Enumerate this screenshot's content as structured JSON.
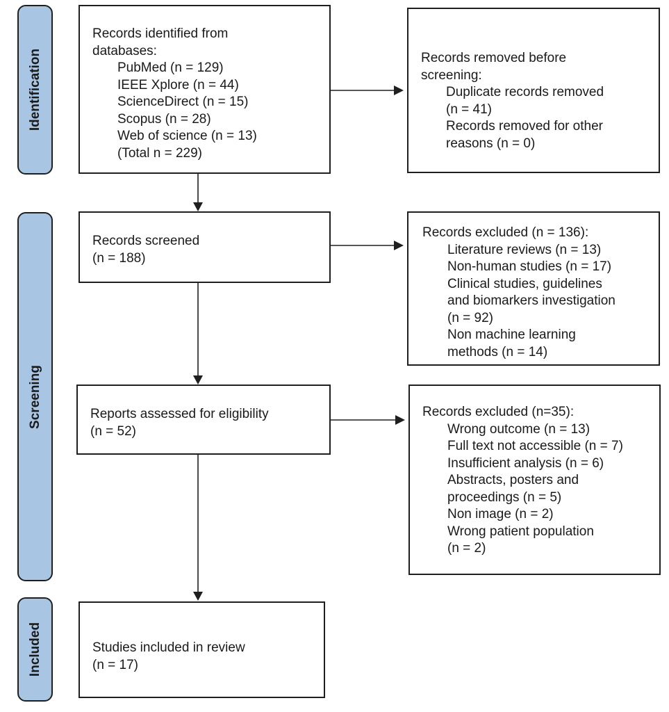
{
  "phases": {
    "identification": "Identification",
    "screening": "Screening",
    "included": "Included"
  },
  "boxes": {
    "identified": {
      "lines": [
        {
          "text": "Records identified from",
          "indent": false
        },
        {
          "text": "databases:",
          "indent": false
        },
        {
          "text": "PubMed (n = 129)",
          "indent": true
        },
        {
          "text": "IEEE Xplore (n = 44)",
          "indent": true
        },
        {
          "text": "ScienceDirect (n = 15)",
          "indent": true
        },
        {
          "text": "Scopus (n = 28)",
          "indent": true
        },
        {
          "text": "Web of science (n = 13)",
          "indent": true
        },
        {
          "text": "(Total n = 229)",
          "indent": true
        }
      ]
    },
    "removed": {
      "lines": [
        {
          "text": "Records removed before",
          "indent": false
        },
        {
          "text": "screening:",
          "indent": false
        },
        {
          "text": "Duplicate records removed",
          "indent": true
        },
        {
          "text": "(n = 41)",
          "indent": true
        },
        {
          "text": "Records removed for other",
          "indent": true
        },
        {
          "text": "reasons (n = 0)",
          "indent": true
        }
      ]
    },
    "screened": {
      "lines": [
        {
          "text": "Records screened",
          "indent": false
        },
        {
          "text": "(n = 188)",
          "indent": false
        }
      ]
    },
    "excluded1": {
      "lines": [
        {
          "text": "Records excluded (n = 136):",
          "indent": false
        },
        {
          "text": "Literature reviews (n = 13)",
          "indent": true
        },
        {
          "text": "Non-human studies (n = 17)",
          "indent": true
        },
        {
          "text": "Clinical studies, guidelines",
          "indent": true
        },
        {
          "text": "and biomarkers investigation",
          "indent": true
        },
        {
          "text": "(n = 92)",
          "indent": true
        },
        {
          "text": "Non machine learning",
          "indent": true
        },
        {
          "text": "methods (n = 14)",
          "indent": true
        }
      ]
    },
    "eligibility": {
      "lines": [
        {
          "text": "Reports assessed for eligibility",
          "indent": false
        },
        {
          "text": "(n = 52)",
          "indent": false
        }
      ]
    },
    "excluded2": {
      "lines": [
        {
          "text": "Records excluded (n=35):",
          "indent": false
        },
        {
          "text": "Wrong outcome (n = 13)",
          "indent": true
        },
        {
          "text": "Full text not accessible (n = 7)",
          "indent": true
        },
        {
          "text": "Insufficient analysis (n = 6)",
          "indent": true
        },
        {
          "text": "Abstracts, posters and",
          "indent": true
        },
        {
          "text": "proceedings (n = 5)",
          "indent": true
        },
        {
          "text": "Non image (n = 2)",
          "indent": true
        },
        {
          "text": "Wrong patient population",
          "indent": true
        },
        {
          "text": "(n = 2)",
          "indent": true
        }
      ]
    },
    "included": {
      "lines": [
        {
          "text": "Studies included in review",
          "indent": false
        },
        {
          "text": "(n = 17)",
          "indent": false
        }
      ]
    }
  }
}
